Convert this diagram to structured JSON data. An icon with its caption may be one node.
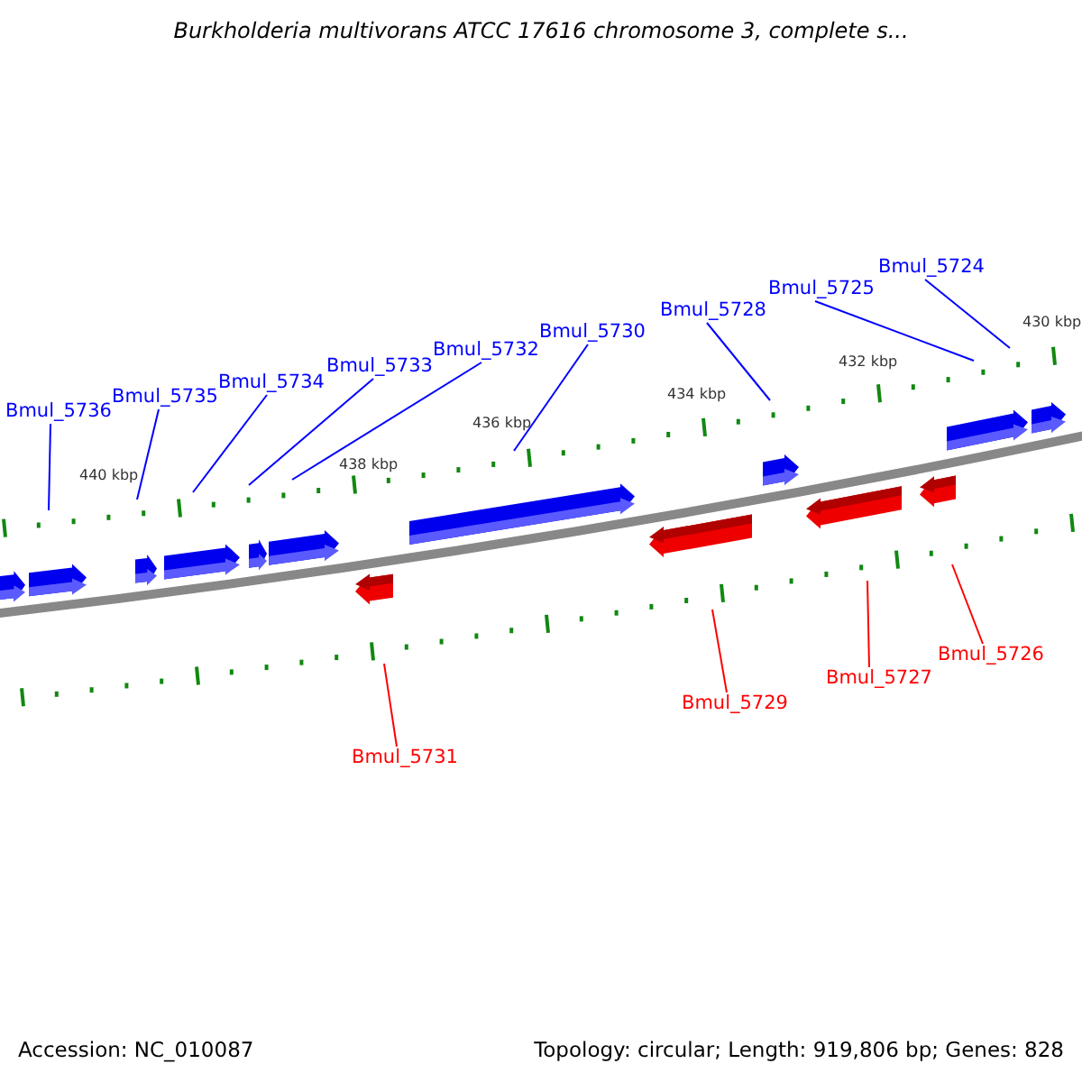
{
  "diagram": {
    "title": "Burkholderia multivorans ATCC 17616 chromosome 3, complete s...",
    "nodes": [
      {
        "text": [
          "Bmul_5724"
        ]
      },
      {
        "text": [
          "Bmul_5725"
        ]
      },
      {
        "text": [
          "Bmul_5728"
        ]
      },
      {
        "text": [
          "Bmul_5730"
        ]
      },
      {
        "text": [
          "Bmul_5732"
        ]
      },
      {
        "text": [
          "Bmul_5733"
        ]
      },
      {
        "text": [
          "Bmul_5734"
        ]
      },
      {
        "text": [
          "Bmul_5735"
        ]
      },
      {
        "text": [
          "Bmul_5736"
        ]
      },
      {
        "text": [
          "Bmul_5726"
        ]
      },
      {
        "text": [
          "Bmul_5727"
        ]
      },
      {
        "text": [
          "Bmul_5729"
        ]
      },
      {
        "text": [
          "Bmul_5731"
        ]
      }
    ],
    "edges": [
      {
        "from": 0,
        "to": null,
        "arrow": "none"
      },
      {
        "from": 1,
        "to": null,
        "arrow": "none"
      },
      {
        "from": 2,
        "to": null,
        "arrow": "none"
      },
      {
        "from": 3,
        "to": null,
        "arrow": "none"
      },
      {
        "from": 4,
        "to": null,
        "arrow": "none"
      },
      {
        "from": 5,
        "to": null,
        "arrow": "none"
      },
      {
        "from": 6,
        "to": null,
        "arrow": "none"
      },
      {
        "from": 7,
        "to": null,
        "arrow": "none"
      },
      {
        "from": 8,
        "to": null,
        "arrow": "none"
      },
      {
        "from": 9,
        "to": null,
        "arrow": "none",
        "color": "#ff0000"
      },
      {
        "from": 10,
        "to": null,
        "arrow": "none",
        "color": "#ff0000"
      },
      {
        "from": 11,
        "to": null,
        "arrow": "none",
        "color": "#ff0000"
      },
      {
        "from": 12,
        "to": null,
        "arrow": "none",
        "color": "#ff0000"
      }
    ],
    "labels": [
      "430 kbp",
      "432 kbp",
      "434 kbp",
      "436 kbp",
      "438 kbp",
      "440 kbp",
      "Accession: NC_010087",
      "Topology: circular; Length: 919,806 bp; Genes: 828"
    ]
  }
}
